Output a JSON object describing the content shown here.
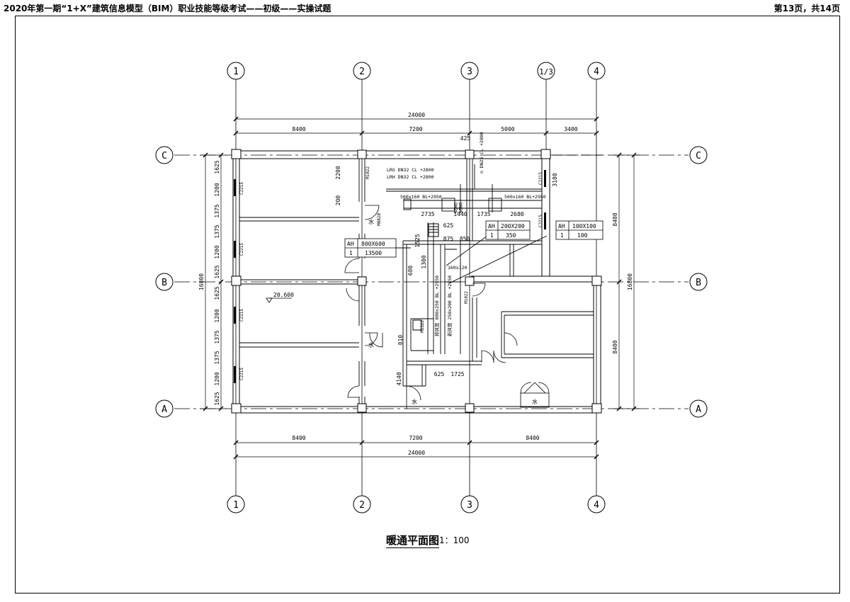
{
  "header": {
    "left": "2020年第一期“1+X”建筑信息模型（BIM）职业技能等级考试——初级——实操试题",
    "right": "第13页，共14页"
  },
  "drawing": {
    "title": "暖通平面图",
    "scale": "1：100"
  },
  "axes": {
    "top": [
      "1",
      "2",
      "3",
      "1/3",
      "4"
    ],
    "bottom": [
      "1",
      "2",
      "3",
      "4"
    ],
    "left": [
      "C",
      "B",
      "A"
    ],
    "right": [
      "C",
      "B",
      "A"
    ]
  },
  "dimensions": {
    "top_total": "24000",
    "top_segments": [
      "8400",
      "7200",
      "5000",
      "3400"
    ],
    "bottom_segments": [
      "8400",
      "7200",
      "8400"
    ],
    "bottom_total": "24000",
    "left_total": "16800",
    "left_chain": [
      "1625",
      "1200",
      "1375",
      "1375",
      "1200",
      "1625",
      "1625",
      "1200",
      "1375",
      "1375",
      "1200",
      "1625"
    ],
    "right_segments": [
      "8400",
      "8400"
    ],
    "right_total": "16800"
  },
  "annotations": {
    "pipe_lrg": "LRG DN32 CL +2800",
    "pipe_lrh": "LRH DN32 CL +2800",
    "pipe_n": "n DN25 CL +2800",
    "duct_left": "500x160 BL+2950",
    "duct_right": "500x160 BL+2950",
    "duct_dn_a": "DN25",
    "duct_dn_b": "DN25",
    "duct_small": "160x120",
    "duct_exhaust": "排风管 800x250 BL +2950",
    "duct_supply": "新风管 250x200 BL +2950",
    "level": "20.600",
    "door_m1022_a": "M1022",
    "door_m1022_b": "M1022",
    "door_m0820": "M0820",
    "door_m1522": "M1522",
    "win_c2215": "C2215",
    "dim_425": "425",
    "dim_2200": "2200",
    "dim_200": "200",
    "dim_3180": "3180",
    "dim_2735": "2735",
    "dim_1440": "1440",
    "dim_1735": "1735",
    "dim_2680": "2680",
    "dim_625_top": "625",
    "dim_875": "875",
    "dim_850": "850",
    "dim_1525": "1525",
    "dim_1300": "1300",
    "dim_680": "680",
    "dim_810": "810",
    "dim_4140": "4140",
    "dim_625_bot": "625",
    "dim_1725": "1725",
    "water": "水"
  },
  "tables": [
    {
      "header": [
        "AH",
        "800X600"
      ],
      "row": [
        "1",
        "13500"
      ]
    },
    {
      "header": [
        "AH",
        "200X200"
      ],
      "row": [
        "1",
        "350"
      ]
    },
    {
      "header": [
        "AH",
        "100X100"
      ],
      "row": [
        "1",
        "100"
      ]
    }
  ]
}
